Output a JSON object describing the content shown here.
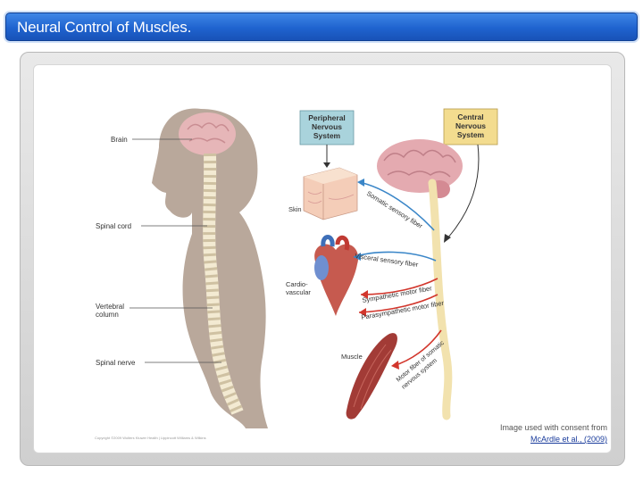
{
  "slide": {
    "title": "Neural Control of Muscles."
  },
  "figure": {
    "labels": {
      "brain": "Brain",
      "spinal_cord": "Spinal cord",
      "vertebral_column_1": "Vertebral",
      "vertebral_column_2": "column",
      "spinal_nerve": "Spinal nerve",
      "skin": "Skin",
      "cardiovascular_1": "Cardio-",
      "cardiovascular_2": "vascular",
      "muscle": "Muscle",
      "pns_1": "Peripheral",
      "pns_2": "Nervous",
      "pns_3": "System",
      "cns_1": "Central",
      "cns_2": "Nervous",
      "cns_3": "System",
      "somatic_sensory": "Somatic sensory fiber",
      "visceral_sensory": "Visceral sensory fiber",
      "sympathetic_motor": "Sympathetic motor fiber",
      "parasympathetic_motor": "Parasympathetic motor fiber",
      "motor_somatic_1": "Motor fiber of somatic",
      "motor_somatic_2": "nervous system"
    },
    "colors": {
      "pns_box": "#a9d3dc",
      "cns_box": "#f3dc8f",
      "body": "#b9a89b",
      "sensory_arrow": "#3a86c8",
      "motor_arrow": "#d2362c"
    }
  },
  "credit": {
    "line1": "Image used with consent from",
    "link": "McArdle et al., (2009)"
  },
  "copyright_note": "Copyright ©2009 Wolters Kluwer Health | Lippincott Williams & Wilkins"
}
